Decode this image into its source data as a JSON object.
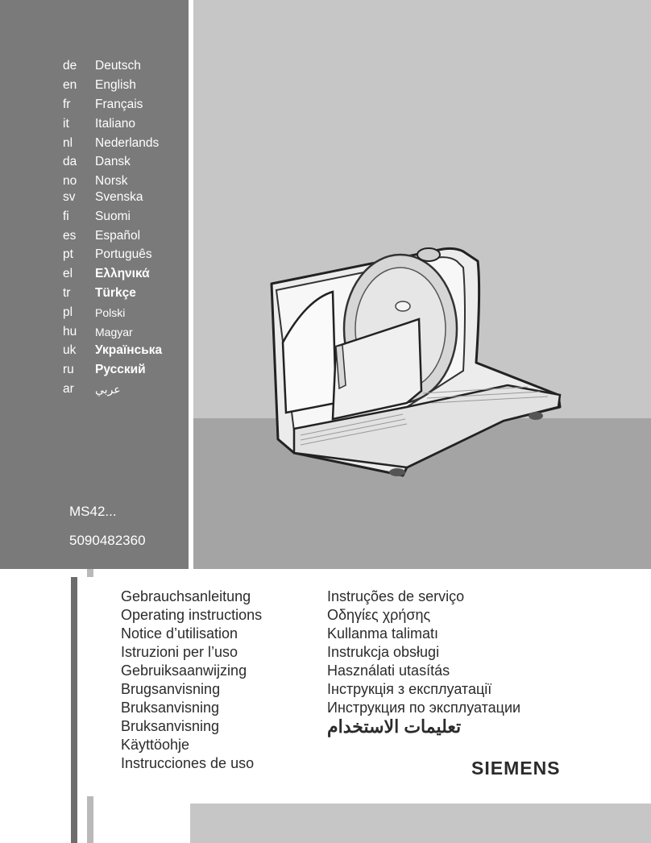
{
  "languages": [
    {
      "code": "de",
      "name": "Deutsch"
    },
    {
      "code": "en",
      "name": "English"
    },
    {
      "code": "fr",
      "name": "Français"
    },
    {
      "code": "it",
      "name": "Italiano"
    },
    {
      "code": "nl",
      "name": "Nederlands"
    },
    {
      "code": "da",
      "name": "Dansk"
    },
    {
      "code": "no",
      "name": "Norsk"
    },
    {
      "code": "sv",
      "name": "Svenska"
    },
    {
      "code": "fi",
      "name": "Suomi"
    },
    {
      "code": "es",
      "name": "Español"
    },
    {
      "code": "pt",
      "name": "Português"
    },
    {
      "code": "el",
      "name": "Ελληνικά"
    },
    {
      "code": "tr",
      "name": "Türkçe"
    },
    {
      "code": "pl",
      "name": "Polski"
    },
    {
      "code": "hu",
      "name": "Magyar"
    },
    {
      "code": "uk",
      "name": "Українська"
    },
    {
      "code": "ru",
      "name": "Русский"
    },
    {
      "code": "ar",
      "name": "عربي"
    }
  ],
  "model": "MS42...",
  "part_number": "5090482360",
  "instructions_left": [
    "Gebrauchsanleitung",
    "Operating instructions",
    "Notice d’utilisation",
    "Istruzioni per l’uso",
    "Gebruiksaanwijzing",
    "Brugsanvisning",
    "Bruksanvisning",
    "Bruksanvisning",
    "Käyttöohje",
    "Instrucciones de uso"
  ],
  "instructions_right": [
    "Instruções de serviço",
    "Οδηγίες χρήσης",
    "Kullanma talimatı",
    "Instrukcja obsługi",
    "Használati utasítás",
    "Інструкція з експлуатації",
    "Инструкция по эксплуатации",
    "تعليمات الاستخدام"
  ],
  "brand": "SIEMENS",
  "illustration_icon": "food-slicer-illustration"
}
